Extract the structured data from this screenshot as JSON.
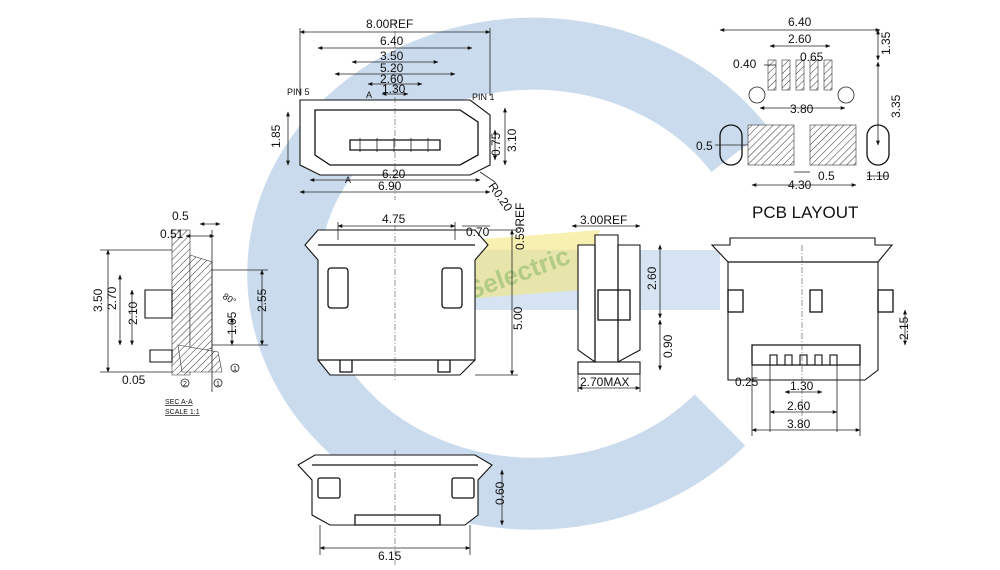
{
  "pcb_layout_title": "PCB LAYOUT",
  "watermark": {
    "text": "Selectric"
  },
  "front_view": {
    "dims": [
      "8.00REF",
      "6.40",
      "3.50",
      "5.20",
      "2.60",
      "1.30",
      "1.85",
      "3.10",
      "0.75",
      "6.20",
      "6.90",
      "R0.20",
      "0.59REF"
    ],
    "labels": {
      "pin5": "PIN 5",
      "pin1": "PIN 1",
      "a": "A"
    }
  },
  "top_view": {
    "dims": [
      "4.75",
      "0.70",
      "5.00"
    ]
  },
  "section_view": {
    "dims": [
      "0.5",
      "0.51",
      "3.50",
      "2.70",
      "2.10",
      "1.05",
      "2.55",
      "0.05"
    ],
    "angle": "80°",
    "callouts": [
      "1",
      "2"
    ],
    "title": "SEC A-A",
    "scale": "SCALE 1:1"
  },
  "side_view": {
    "dims": [
      "3.00REF",
      "2.60",
      "0.90",
      "2.70MAX"
    ]
  },
  "bottom_view": {
    "dims": [
      "0.60",
      "6.15"
    ]
  },
  "pcb_layout": {
    "dims": [
      "6.40",
      "2.60",
      "0.65",
      "0.40",
      "1.35",
      "3.80",
      "3.35",
      "0.5",
      "0.5",
      "4.30",
      "1.10"
    ]
  },
  "footprint_view": {
    "dims": [
      "2.15",
      "0.25",
      "1.30",
      "2.60",
      "3.80"
    ]
  },
  "colors": {
    "watermark_blue": "#b9cfe8",
    "watermark_yellow": "#f0e050",
    "line": "#111111"
  }
}
